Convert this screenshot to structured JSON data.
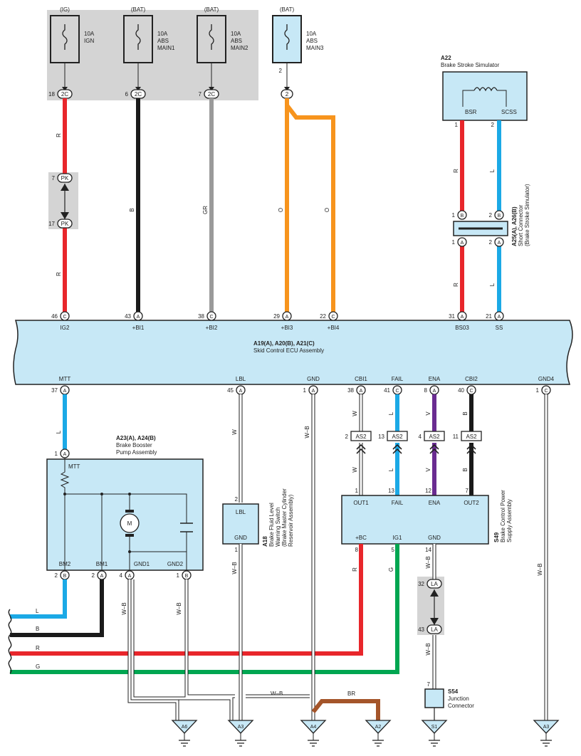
{
  "fuses": [
    {
      "id": "f-ign",
      "supply": "(IG)",
      "rating": "10A",
      "name1": "IGN",
      "name2": "",
      "pin": "18",
      "conn": "2C"
    },
    {
      "id": "f-main1",
      "supply": "(BAT)",
      "rating": "10A",
      "name1": "ABS",
      "name2": "MAIN1",
      "pin": "6",
      "conn": "2C"
    },
    {
      "id": "f-main2",
      "supply": "(BAT)",
      "rating": "10A",
      "name1": "ABS",
      "name2": "MAIN2",
      "pin": "7",
      "conn": "2C"
    },
    {
      "id": "f-main3",
      "supply": "(BAT)",
      "rating": "10A",
      "name1": "ABS",
      "name2": "MAIN3",
      "pin": "2",
      "conn": "2"
    }
  ],
  "pk": {
    "top_pin": "7",
    "bottom_pin": "17",
    "conn": "PK"
  },
  "ecu": {
    "code": "A19(A), A20(B), A21(C)",
    "name": "Skid Control ECU Assembly",
    "top_pins": [
      {
        "pin": "46",
        "conn": "C",
        "term": "IG2"
      },
      {
        "pin": "43",
        "conn": "A",
        "term": "+BI1"
      },
      {
        "pin": "38",
        "conn": "C",
        "term": "+BI2"
      },
      {
        "pin": "29",
        "conn": "A",
        "term": "+BI3"
      },
      {
        "pin": "22",
        "conn": "C",
        "term": "+BI4"
      },
      {
        "pin": "31",
        "conn": "A",
        "term": "BS03"
      },
      {
        "pin": "21",
        "conn": "A",
        "term": "SS"
      }
    ],
    "bottom_pins": [
      {
        "pin": "37",
        "conn": "A",
        "term": "MTT"
      },
      {
        "pin": "45",
        "conn": "A",
        "term": "LBL"
      },
      {
        "pin": "1",
        "conn": "A",
        "term": "GND"
      },
      {
        "pin": "38",
        "conn": "A",
        "term": "CBI1"
      },
      {
        "pin": "41",
        "conn": "C",
        "term": "FAIL"
      },
      {
        "pin": "8",
        "conn": "A",
        "term": "ENA"
      },
      {
        "pin": "40",
        "conn": "C",
        "term": "CBI2"
      },
      {
        "pin": "1",
        "conn": "C",
        "term": "GND4"
      }
    ]
  },
  "a22": {
    "code": "A22",
    "name": "Brake Stroke Simulator",
    "t1": "BSR",
    "t2": "SCSS",
    "p1": "1",
    "p2": "2"
  },
  "a25": {
    "code": "A25(A), A26(B)",
    "name1": "Short Connector",
    "name2": "(Brake Stroke Simulator)",
    "pb1": "1",
    "cb1": "B",
    "pb2": "2",
    "cb2": "B",
    "pa1": "1",
    "ca1": "A",
    "pa2": "2",
    "ca2": "A"
  },
  "a23": {
    "code": "A23(A), A24(B)",
    "name1": "Brake Booster",
    "name2": "Pump Assembly",
    "in_pin": "1",
    "in_conn": "A",
    "mtt": "MTT",
    "motor": "M",
    "terms": [
      {
        "term": "BM2",
        "pin": "2",
        "conn": "B"
      },
      {
        "term": "BM1",
        "pin": "2",
        "conn": "A"
      },
      {
        "term": "GND1",
        "pin": "4",
        "conn": "A"
      },
      {
        "term": "GND2",
        "pin": "1",
        "conn": "B"
      }
    ]
  },
  "a18": {
    "code": "A18",
    "name1": "Brake Fluid Level",
    "name2": "Warning Switch",
    "name3": "(Brake Master Cylinder",
    "name4": "Reservoir Assembly)",
    "t_top": "LBL",
    "t_bot": "GND",
    "p_top": "2",
    "p_bot": "1"
  },
  "s49": {
    "code": "S49",
    "name1": "Brake Control Power",
    "name2": "Supply Assembly",
    "top_terms": [
      {
        "term": "OUT1",
        "pin": "1"
      },
      {
        "term": "FAIL",
        "pin": "13"
      },
      {
        "term": "ENA",
        "pin": "12"
      },
      {
        "term": "OUT2",
        "pin": "7"
      }
    ],
    "bot_terms": [
      {
        "term": "+BC",
        "pin": "8"
      },
      {
        "term": "IG1",
        "pin": "5"
      },
      {
        "term": "GND",
        "pin": "14"
      }
    ]
  },
  "as2": [
    {
      "pin": "2",
      "conn": "AS2"
    },
    {
      "pin": "13",
      "conn": "AS2"
    },
    {
      "pin": "4",
      "conn": "AS2"
    },
    {
      "pin": "11",
      "conn": "AS2"
    }
  ],
  "la": {
    "top_pin": "32",
    "bottom_pin": "43",
    "conn": "LA"
  },
  "s54": {
    "code": "S54",
    "name1": "Junction",
    "name2": "Connector",
    "pin": "7"
  },
  "grounds": [
    "A6",
    "A3",
    "A4",
    "A2",
    "S1",
    "A3"
  ],
  "wire_colors": {
    "r": "R",
    "b": "B",
    "gr": "GR",
    "o": "O",
    "l": "L",
    "w": "W",
    "wb": "W–B",
    "v": "V",
    "g": "G",
    "br": "BR"
  },
  "colors": {
    "red": "#e8262b",
    "black": "#1a1a1a",
    "gray": "#9a9a9a",
    "orange": "#f7941d",
    "blue": "#1ba9e6",
    "purple": "#6a2c91",
    "green": "#00a651",
    "brown": "#a4552a",
    "ecu_fill": "#c7e8f6",
    "shade": "#d4d4d4"
  }
}
